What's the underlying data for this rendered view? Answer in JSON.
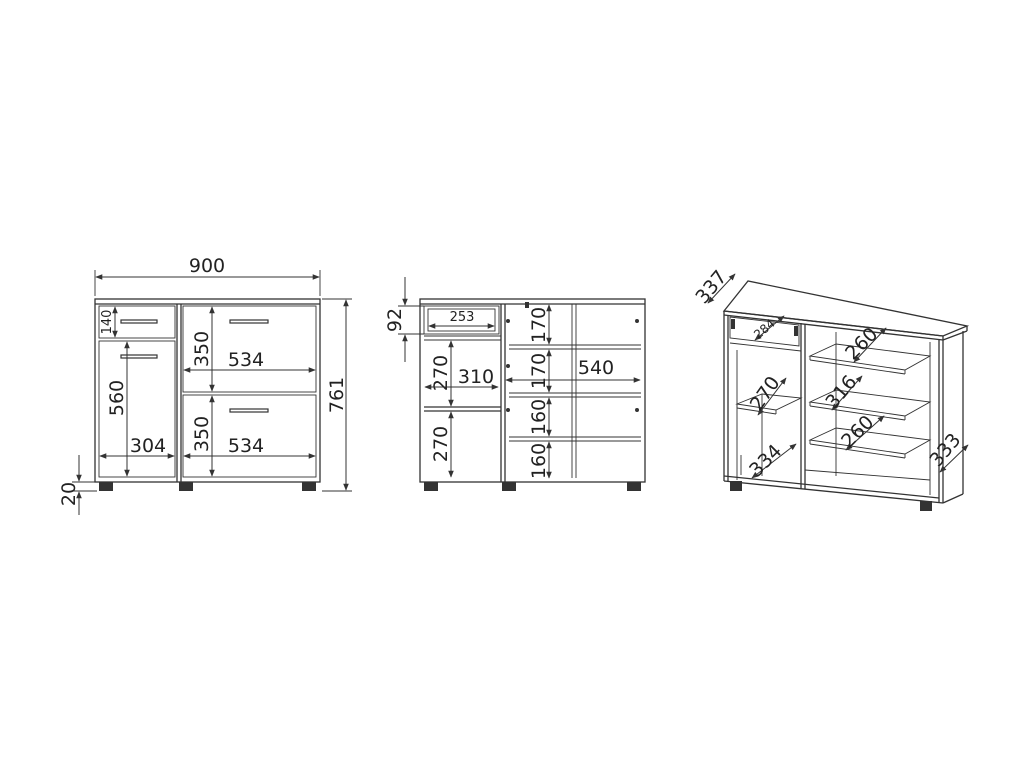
{
  "front_view": {
    "overall_width": "900",
    "overall_height": "761",
    "foot_height": "20",
    "top_drawer_height": "140",
    "left_door_height": "560",
    "left_door_width": "304",
    "right_drawer_top_height": "350",
    "right_drawer_top_width": "534",
    "right_drawer_bottom_height": "350",
    "right_drawer_bottom_width": "534"
  },
  "interior_view": {
    "drawer_height": "92",
    "drawer_width": "253",
    "left_shelf_upper_height": "270",
    "left_compartment_width": "310",
    "left_shelf_lower_height": "270",
    "right_drawer_1_height": "170",
    "right_drawer_2_height": "170",
    "right_drawer_3_height": "160",
    "right_drawer_4_height": "160",
    "right_compartment_width": "540"
  },
  "perspective_view": {
    "top_depth": "337",
    "drawer_depth": "284",
    "left_shelf_height": "270",
    "left_shelf_depth": "334",
    "right_shelf_height_top": "260",
    "right_shelf_width": "316",
    "right_shelf_height_bottom": "260",
    "side_depth": "333"
  }
}
